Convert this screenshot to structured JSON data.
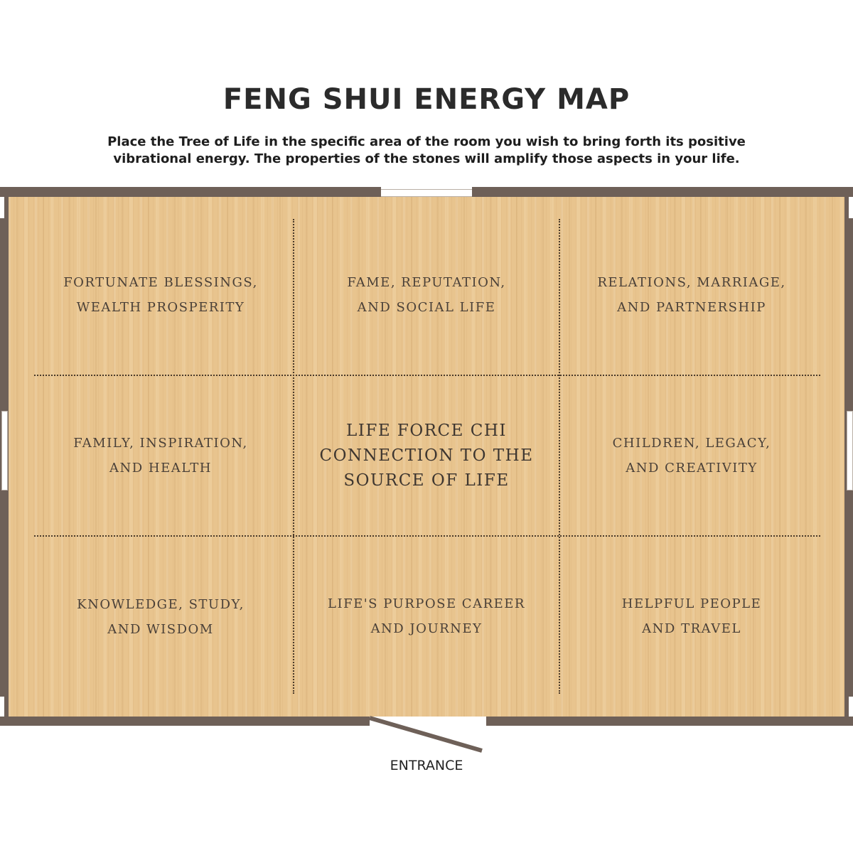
{
  "header": {
    "title": "FENG SHUI ENERGY MAP",
    "subtitle_line1": "Place the Tree of Life in the specific area of the room you wish to bring forth its positive",
    "subtitle_line2": "vibrational energy. The properties of the stones will amplify those aspects in your life."
  },
  "grid": {
    "top_left": {
      "line1": "FORTUNATE BLESSINGS,",
      "line2": "WEALTH PROSPERITY"
    },
    "top_center": {
      "line1": "FAME, REPUTATION,",
      "line2": "AND SOCIAL LIFE"
    },
    "top_right": {
      "line1": "RELATIONS, MARRIAGE,",
      "line2": "AND PARTNERSHIP"
    },
    "middle_left": {
      "line1": "FAMILY, INSPIRATION,",
      "line2": "AND HEALTH"
    },
    "middle_center": {
      "line1": "LIFE FORCE CHI",
      "line2": "CONNECTION TO THE",
      "line3": "SOURCE OF LIFE"
    },
    "middle_right": {
      "line1": "CHILDREN, LEGACY,",
      "line2": "AND CREATIVITY"
    },
    "bottom_left": {
      "line1": "KNOWLEDGE, STUDY,",
      "line2": "AND WISDOM"
    },
    "bottom_center": {
      "line1": "LIFE'S PURPOSE CAREER",
      "line2": "AND JOURNEY"
    },
    "bottom_right": {
      "line1": "HELPFUL PEOPLE",
      "line2": "AND TRAVEL"
    }
  },
  "entrance_label": "ENTRANCE",
  "colors": {
    "wall": "#6e6058",
    "floor": "#e8c48e",
    "grid_line": "#4a3a2a",
    "label_text": "#4a4038"
  }
}
